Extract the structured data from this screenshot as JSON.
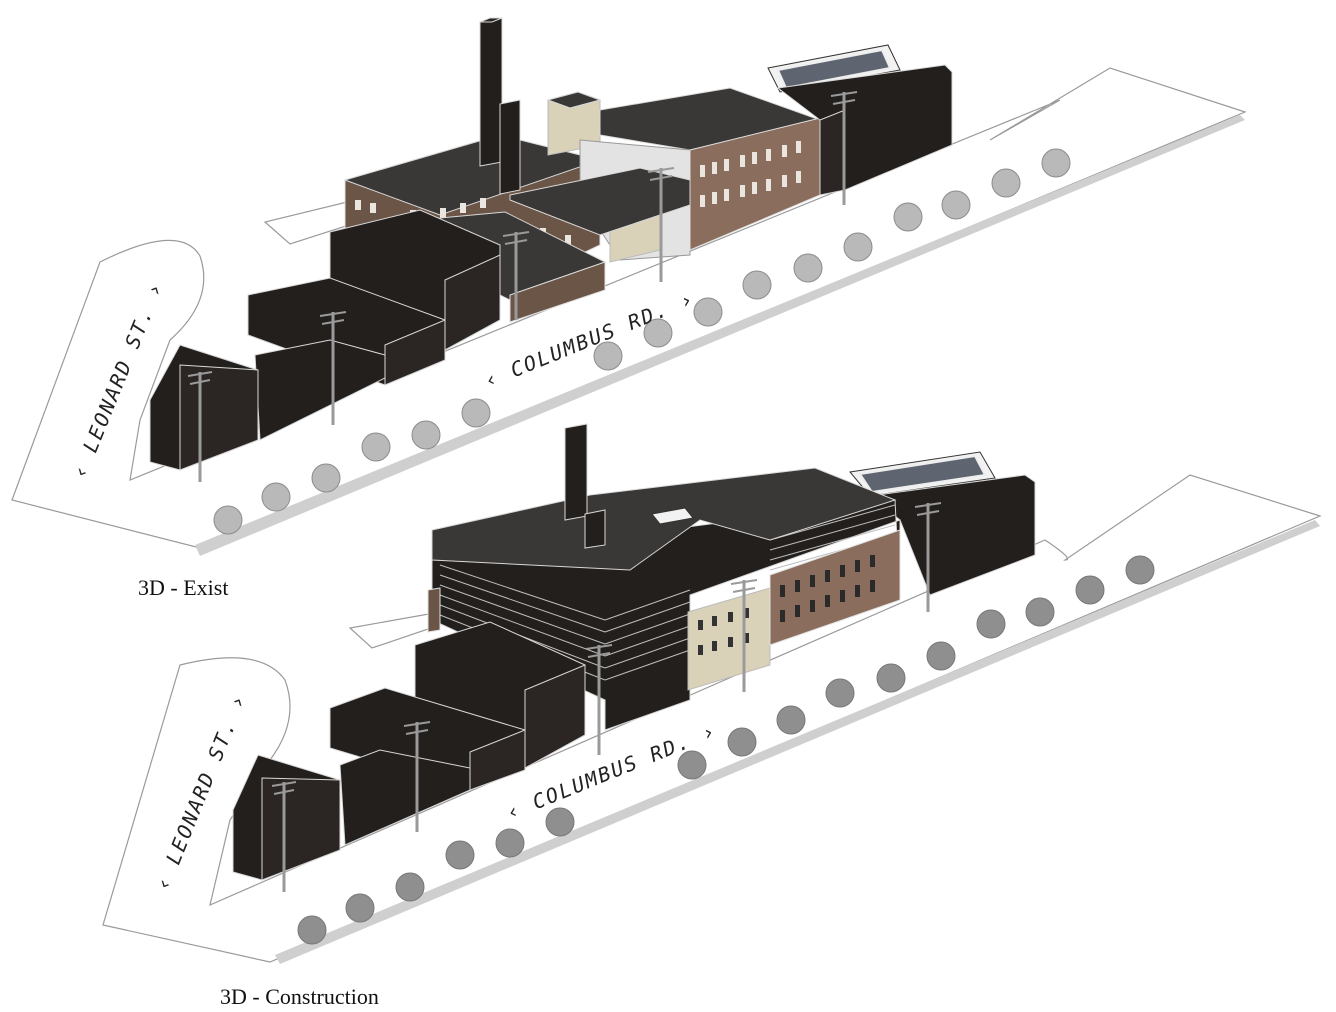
{
  "captions": {
    "exist": "3D - Exist",
    "construction": "3D - Construction"
  },
  "streets": {
    "leonard": "‹ LEONARD ST. ›",
    "columbus": "‹ COLUMBUS RD. ›"
  },
  "colors": {
    "building_dark": "#231f1c",
    "roof": "#3a3836",
    "brick": "#6b5547",
    "cream": "#d9d2b8",
    "skylight": "#5e6570",
    "tree": "#b9b9b9",
    "sidewalk": "#cfcfcf"
  },
  "icons": [
    "tree-icon",
    "utility-pole-icon"
  ]
}
